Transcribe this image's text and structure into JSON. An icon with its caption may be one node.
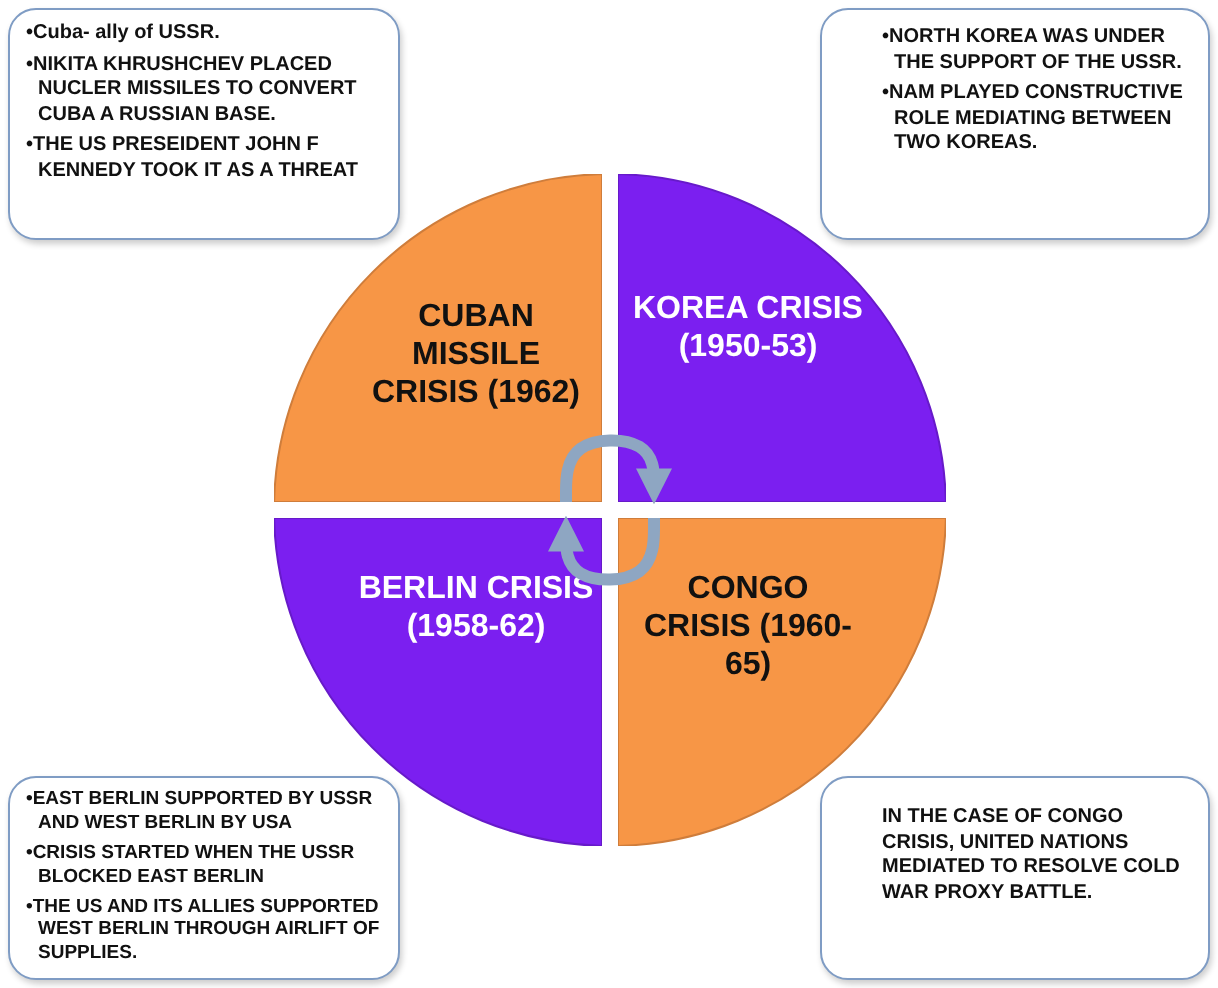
{
  "diagram": {
    "nodes": [
      {
        "text": [
          "•Cuba- ally of USSR.",
          "•NIKITA KHRUSHCHEV PLACED NUCLER MISSILES TO CONVERT CUBA A RUSSIAN BASE.",
          "•THE US PRESEIDENT JOHN F KENNEDY TOOK IT AS A THREAT"
        ]
      },
      {
        "text": [
          "•NORTH KOREA WAS UNDER THE SUPPORT OF THE USSR.",
          "•NAM PLAYED CONSTRUCTIVE ROLE MEDIATING BETWEEN TWO KOREAS."
        ]
      },
      {
        "text": [
          "CUBAN MISSILE CRISIS (1962)"
        ]
      },
      {
        "text": [
          "KOREA CRISIS (1950-53)"
        ]
      },
      {
        "text": [
          "BERLIN CRISIS (1958-62)"
        ]
      },
      {
        "text": [
          "CONGO CRISIS (1960-65)"
        ]
      },
      {
        "text": [
          "•EAST BERLIN SUPPORTED BY USSR AND WEST BERLIN BY USA",
          "•CRISIS STARTED WHEN THE USSR BLOCKED EAST BERLIN",
          "•THE US AND ITS ALLIES SUPPORTED WEST BERLIN THROUGH AIRLIFT OF SUPPLIES."
        ]
      },
      {
        "text": [
          "IN THE CASE OF CONGO CRISIS, UNITED NATIONS MEDIATED TO RESOLVE COLD WAR PROXY BATTLE."
        ]
      }
    ],
    "edges": [
      {
        "from": 2,
        "to": 3,
        "arrow": "to"
      },
      {
        "from": 5,
        "to": 4,
        "arrow": "to"
      }
    ]
  }
}
